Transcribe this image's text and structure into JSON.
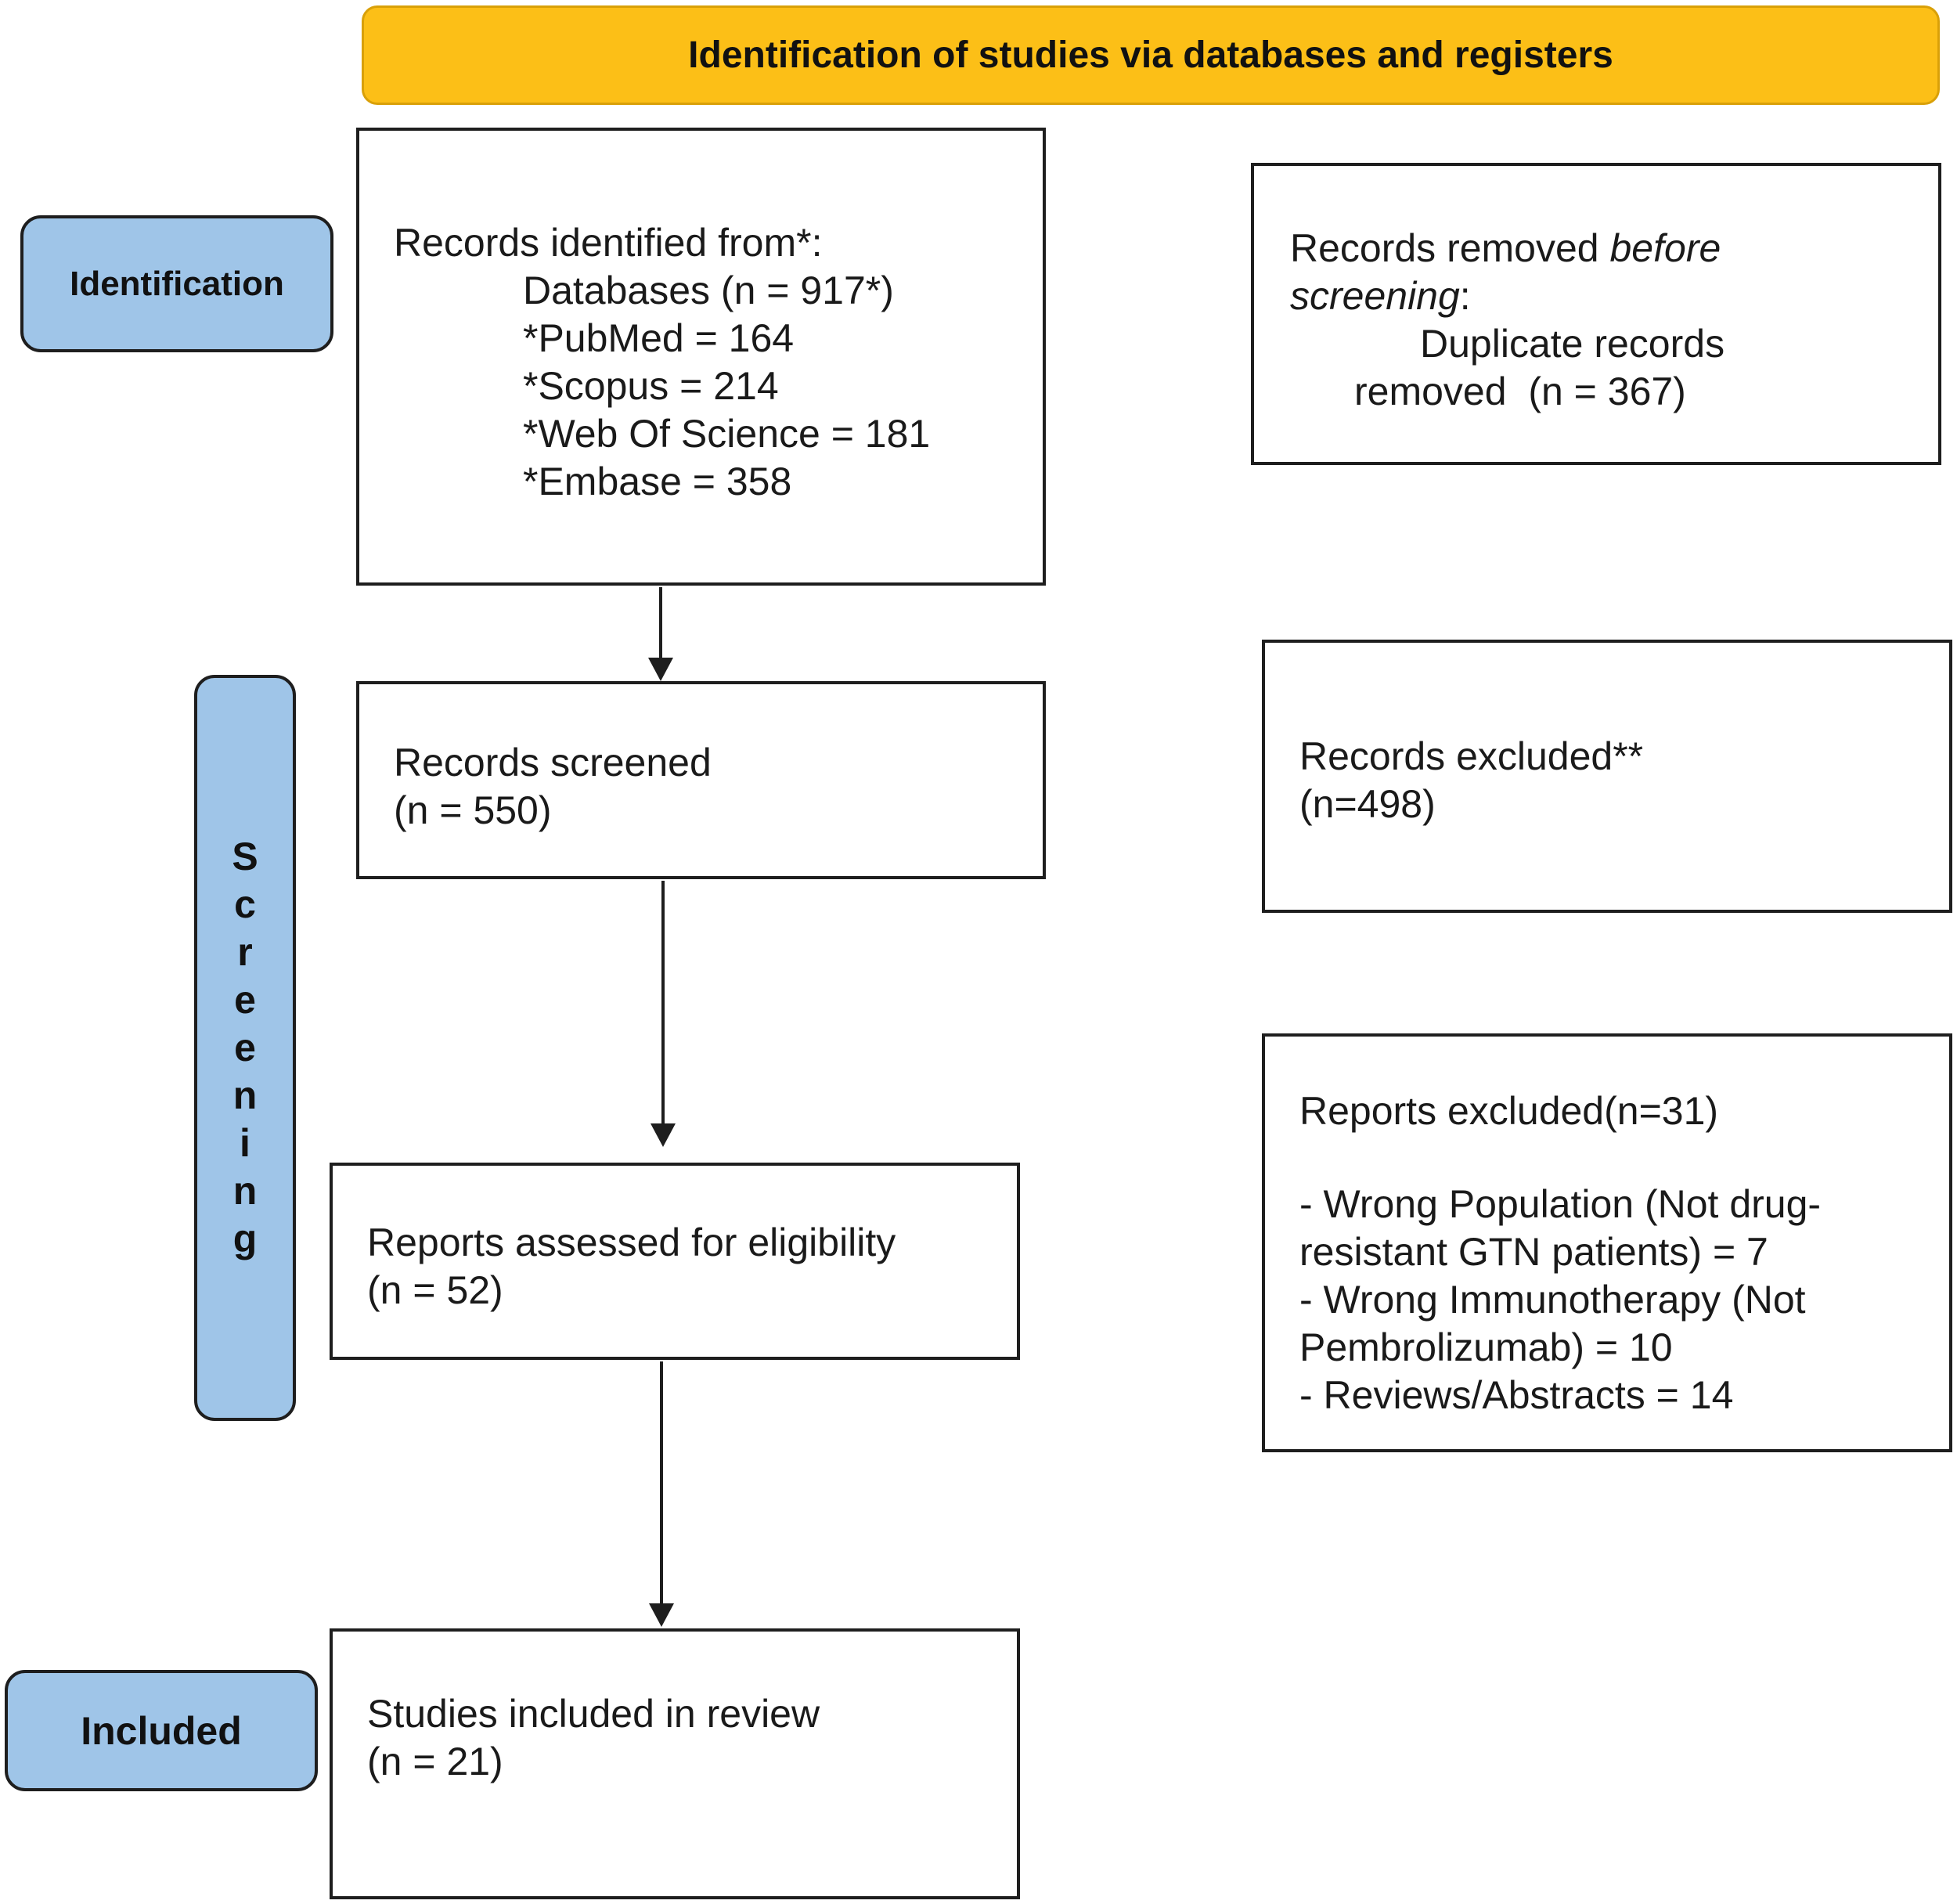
{
  "colors": {
    "header_fill": "#fcbf17",
    "stage_fill": "#9fc5e8",
    "box_border": "#1e1e1e"
  },
  "header": {
    "title": "Identification of studies via databases and registers"
  },
  "stages": {
    "identification": "Identification",
    "screening": "Screening",
    "included": "Included"
  },
  "boxes": {
    "records_identified": {
      "heading": "Records identified from*:",
      "lines": [
        "Databases (n = 917*)",
        "*PubMed = 164",
        "*Scopus = 214",
        "*Web Of Science = 181",
        "*Embase = 358"
      ]
    },
    "records_removed": {
      "prefix": "Records removed ",
      "italic1": "before",
      "italic2": "screening",
      "suffix": ":",
      "line3": "Duplicate records",
      "line4": "removed  (n = 367)"
    },
    "records_screened": {
      "line1": "Records screened",
      "line2": "(n = 550)"
    },
    "records_excluded": {
      "line1": "Records excluded**",
      "line2": "(n=498)"
    },
    "reports_assessed": {
      "line1": "Reports assessed for eligibility",
      "line2": "(n = 52)"
    },
    "reports_excluded": {
      "heading": "Reports excluded(n=31)",
      "lines": [
        "- Wrong Population (Not drug-",
        "resistant GTN patients) = 7",
        "- Wrong Immunotherapy (Not",
        "Pembrolizumab) = 10",
        "- Reviews/Abstracts = 14"
      ]
    },
    "studies_included": {
      "line1": "Studies included in review",
      "line2": "(n = 21)"
    }
  }
}
